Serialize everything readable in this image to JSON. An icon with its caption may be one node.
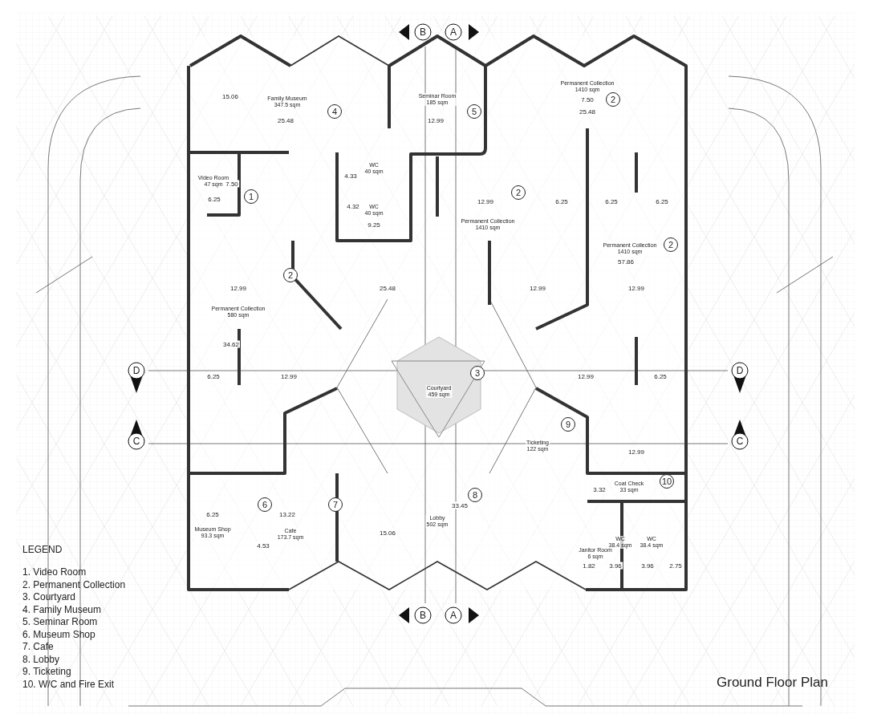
{
  "diagram": {
    "title": "Ground Floor Plan",
    "nodes": [
      {
        "text": [
          "Family Museum",
          "347.5 sqm"
        ]
      },
      {
        "text": [
          "Seminar Room",
          "185 sqm"
        ]
      },
      {
        "text": [
          "Permanent Collection",
          "1410 sqm"
        ]
      },
      {
        "text": [
          "Video Room",
          "47 sqm"
        ]
      },
      {
        "text": [
          "WC",
          "40 sqm"
        ]
      },
      {
        "text": [
          "WC",
          "40 sqm"
        ]
      },
      {
        "text": [
          "Permanent Collection",
          "1410 sqm"
        ]
      },
      {
        "text": [
          "Permanent Collection",
          "1410 sqm"
        ]
      },
      {
        "text": [
          "Permanent Collection",
          "580 sqm"
        ]
      },
      {
        "text": [
          "Courtyard",
          "459 sqm"
        ]
      },
      {
        "text": [
          "Ticketing",
          "122 sqm"
        ]
      },
      {
        "text": [
          "Coat Check",
          "33 sqm"
        ]
      },
      {
        "text": [
          "Museum Shop",
          "93.3 sqm"
        ]
      },
      {
        "text": [
          "Cafe",
          "173.7 sqm"
        ]
      },
      {
        "text": [
          "Lobby",
          "502 sqm"
        ]
      },
      {
        "text": [
          "Janitor Room",
          "6 sqm"
        ]
      },
      {
        "text": [
          "WC",
          "38.4 sqm"
        ]
      },
      {
        "text": [
          "WC",
          "38.4 sqm"
        ]
      }
    ],
    "labels": [
      "B",
      "A",
      "15.06",
      "4",
      "25.48",
      "12.99",
      "5",
      "7.50",
      "2",
      "25.48",
      "7.50",
      "4.33",
      "1",
      "6.25",
      "4.32",
      "9.25",
      "2",
      "12.99",
      "6.25",
      "6.25",
      "6.25",
      "2",
      "57.86",
      "2",
      "12.99",
      "25.48",
      "12.99",
      "12.99",
      "34.62",
      "D",
      "3",
      "D",
      "6.25",
      "12.99",
      "12.99",
      "6.25",
      "9",
      "C",
      "C",
      "12.99",
      "3.32",
      "10",
      "6",
      "7",
      "6.25",
      "13.22",
      "8",
      "33.45",
      "4.53",
      "15.06",
      "1.82",
      "3.96",
      "3.96",
      "2.75",
      "B",
      "A",
      "LEGEND",
      "1. Video Room",
      "2. Permanent Collection",
      "3. Courtyard",
      "4. Family Museum",
      "5. Seminar Room",
      "6. Museum Shop",
      "7. Cafe",
      "8. Lobby",
      "9. Ticketing",
      "10. W/C and Fire Exit"
    ]
  }
}
